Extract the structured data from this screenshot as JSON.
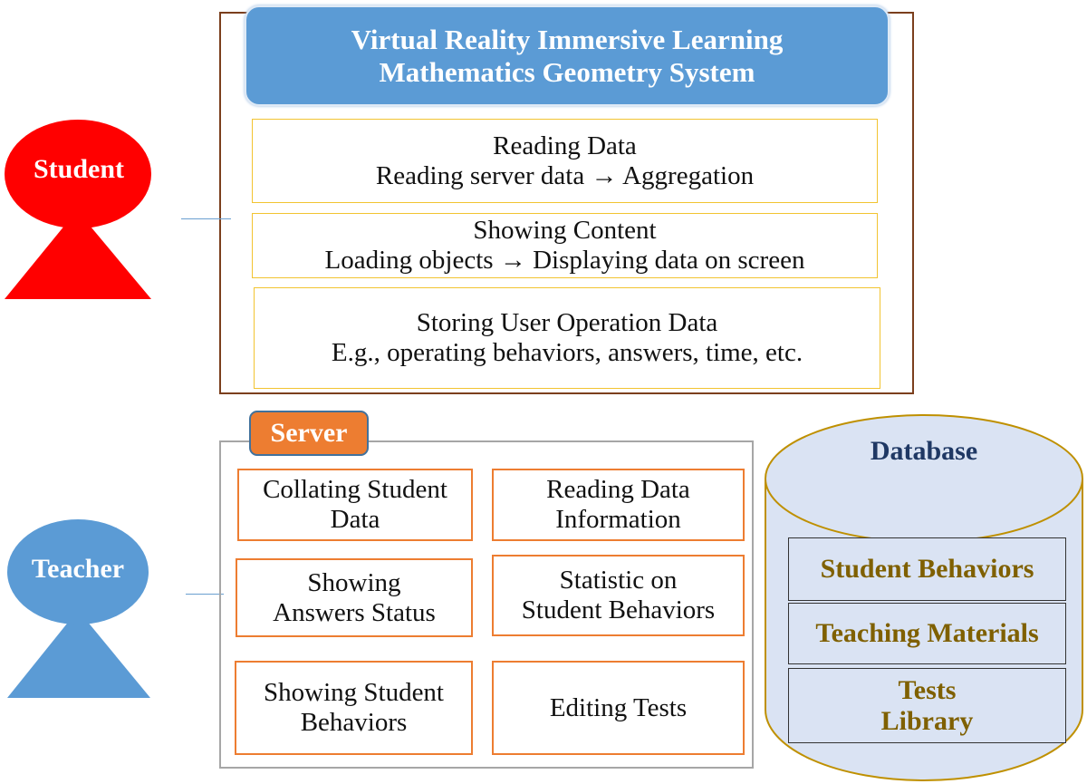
{
  "vr_system": {
    "title_line1": "Virtual Reality Immersive Learning",
    "title_line2": "Mathematics Geometry System",
    "modules": [
      {
        "title": "Reading Data",
        "detail": "Reading server data → Aggregation"
      },
      {
        "title": "Showing Content",
        "detail": "Loading objects → Displaying data on screen"
      },
      {
        "title": "Storing User Operation Data",
        "detail": "E.g., operating behaviors, answers, time, etc."
      }
    ]
  },
  "actors": {
    "student": {
      "label": "Student",
      "color": "#ff0000"
    },
    "teacher": {
      "label": "Teacher",
      "color": "#5b9bd5"
    }
  },
  "server": {
    "label": "Server",
    "functions": [
      {
        "line1": "Collating Student",
        "line2": "Data"
      },
      {
        "line1": "Reading Data",
        "line2": "Information"
      },
      {
        "line1": "Showing",
        "line2": "Answers Status"
      },
      {
        "line1": "Statistic on",
        "line2": "Student Behaviors"
      },
      {
        "line1": "Showing Student",
        "line2": "Behaviors"
      },
      {
        "line1": "Editing Tests",
        "line2": ""
      }
    ]
  },
  "database": {
    "label": "Database",
    "stores": [
      {
        "line1": "Student Behaviors",
        "line2": ""
      },
      {
        "line1": "Teaching Materials",
        "line2": ""
      },
      {
        "line1": "Tests",
        "line2": "Library"
      }
    ]
  },
  "colors": {
    "vr_frame": "#7b3f1d",
    "title_fill": "#5b9bd5",
    "module_border": "#f2c431",
    "server_accent": "#ed7d31",
    "db_fill": "#dae3f3",
    "db_border": "#bf9000",
    "db_text": "#7f6000"
  }
}
